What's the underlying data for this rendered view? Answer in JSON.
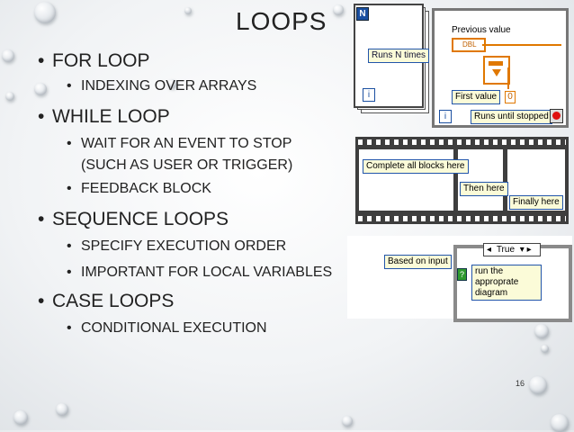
{
  "title": "LOOPS",
  "slide_number": "16",
  "bullets": [
    {
      "level": 1,
      "text": "FOR LOOP"
    },
    {
      "level": 2,
      "text": "INDEXING OVER ARRAYS"
    },
    {
      "level": 1,
      "text": "WHILE LOOP"
    },
    {
      "level": 2,
      "text": "WAIT FOR AN EVENT TO STOP"
    },
    {
      "level": 2,
      "text": "(SUCH AS USER OR TRIGGER)"
    },
    {
      "level": 2,
      "text": "FEEDBACK BLOCK"
    },
    {
      "level": 1,
      "text": "SEQUENCE LOOPS"
    },
    {
      "level": 2,
      "text": "SPECIFY EXECUTION ORDER"
    },
    {
      "level": 2,
      "text": "IMPORTANT FOR LOCAL VARIABLES"
    },
    {
      "level": 1,
      "text": "CASE LOOPS"
    },
    {
      "level": 2,
      "text": "CONDITIONAL EXECUTION"
    }
  ],
  "for_loop": {
    "count_terminal": "N",
    "index_terminal": "i",
    "label": "Runs N times"
  },
  "while_loop": {
    "prev_label": "Previous value",
    "dbl_label": "DBL",
    "first_label": "First value",
    "zero_value": "0",
    "index_terminal": "i",
    "stop_label": "Runs until stopped"
  },
  "sequence": {
    "frame1": "Complete all blocks here",
    "frame2": "Then here",
    "frame3": "Finally here"
  },
  "case": {
    "input_label": "Based on input",
    "selector_value": "True",
    "selector_terminal": "?",
    "body_text": "run the approprate diagram"
  }
}
